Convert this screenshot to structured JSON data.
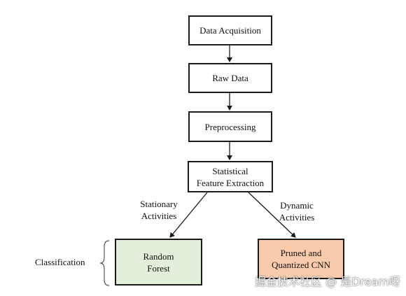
{
  "nodes": {
    "acquisition": "Data Acquisition",
    "raw": "Raw Data",
    "preprocessing": "Preprocessing",
    "feature": "Statistical\nFeature Extraction",
    "random_forest": "Random\nForest",
    "cnn": "Pruned and\nQuantized CNN"
  },
  "edges": {
    "stationary": "Stationary\nActivities",
    "dynamic": "Dynamic\nActivities"
  },
  "classification_label": "Classification",
  "colors": {
    "random_forest_fill": "#e2efda",
    "cnn_fill": "#f8cbad",
    "border": "#1a1a1a"
  },
  "watermark": "掘金技术社区 @ 是Dream呀"
}
